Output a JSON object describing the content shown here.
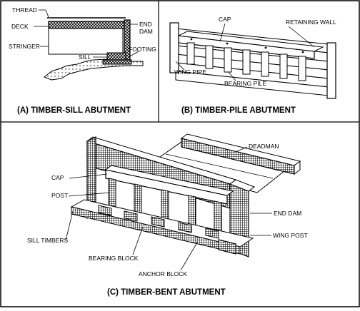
{
  "figure": {
    "panel_a": {
      "caption": "(A) TIMBER-SILL ABUTMENT",
      "labels": {
        "thread": "THREAD",
        "deck": "DECK",
        "stringer": "STRINGER",
        "sill": "SILL",
        "end_dam": "END\nDAM",
        "footing": "FOOTING"
      }
    },
    "panel_b": {
      "caption": "(B) TIMBER-PILE ABUTMENT",
      "labels": {
        "cap": "CAP",
        "retaining_wall": "RETAINING WALL",
        "wing_pipe": "WING PIPE",
        "bearing_pile": "BEARING PILE"
      }
    },
    "panel_c": {
      "caption": "(C) TIMBER-BENT ABUTMENT",
      "labels": {
        "deadman": "DEADMAN",
        "cap": "CAP",
        "post": "POST",
        "end_dam": "END DAM",
        "sill_timbers": "SILL TIMBERS",
        "wing_post": "WING POST",
        "bearing_block": "BEARING BLOCK",
        "anchor_block": "ANCHOR BLOCK"
      }
    }
  }
}
